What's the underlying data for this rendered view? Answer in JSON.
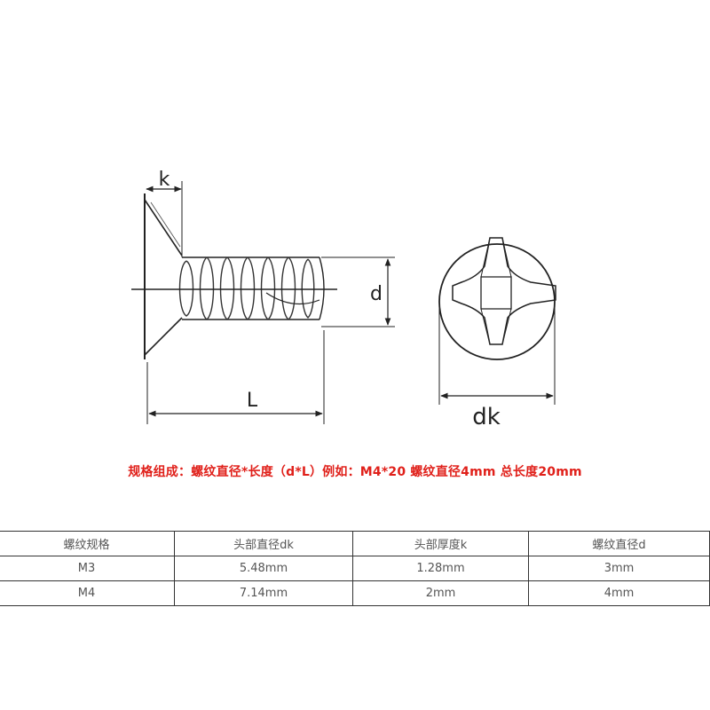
{
  "diagram": {
    "labels": {
      "k": "k",
      "d": "d",
      "L": "L",
      "dk": "dk"
    }
  },
  "spec_note": "规格组成：螺纹直径*长度（d*L）例如：M4*20 螺纹直径4mm 总长度20mm",
  "table": {
    "headers": [
      "螺纹规格",
      "头部直径dk",
      "头部厚度k",
      "螺纹直径d"
    ],
    "rows": [
      [
        "M3",
        "5.48mm",
        "1.28mm",
        "3mm"
      ],
      [
        "M4",
        "7.14mm",
        "2mm",
        "4mm"
      ]
    ]
  }
}
